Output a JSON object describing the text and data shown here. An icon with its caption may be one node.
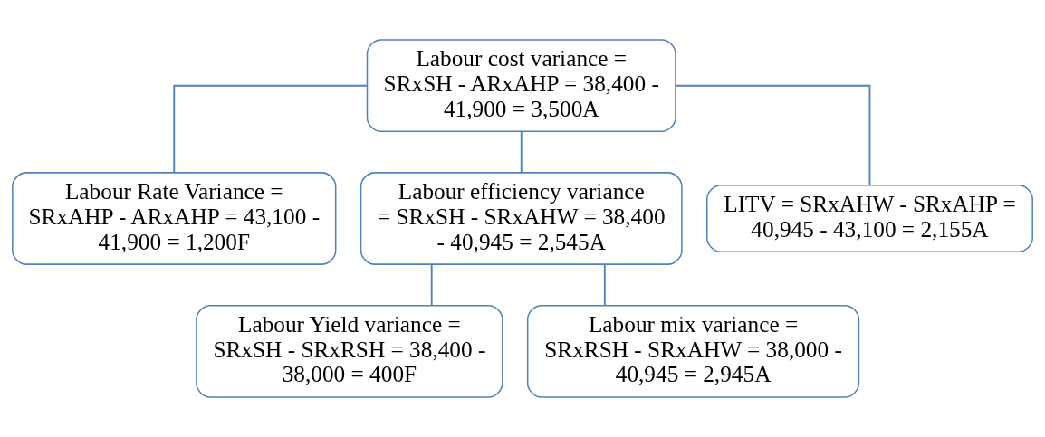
{
  "diagram": {
    "nodes": [
      {
        "text": [
          "Labour cost variance = SRxSH - ARxAHP = 38,400 - 41,900 = 3,500A"
        ]
      },
      {
        "text": [
          "Labour Rate Variance = SRxAHP - ARxAHP = 43,100 - 41,900 = 1,200F"
        ]
      },
      {
        "text": [
          "Labour efficiency variance = SRxSH - SRxAHW = 38,400 - 40,945 = 2,545A"
        ]
      },
      {
        "text": [
          "LITV = SRxAHW - SRxAHP = 40,945 - 43,100 = 2,155A"
        ]
      },
      {
        "text": [
          "Labour Yield variance = SRxSH - SRxRSH = 38,400 - 38,000 = 400F"
        ]
      },
      {
        "text": [
          "Labour mix variance = SRxRSH - SRxAHW = 38,000 - 40,945 = 2,945A"
        ]
      }
    ],
    "edges": [
      {
        "from": 0,
        "to": 1,
        "arrow": "none"
      },
      {
        "from": 0,
        "to": 2,
        "arrow": "none"
      },
      {
        "from": 0,
        "to": 3,
        "arrow": "none"
      },
      {
        "from": 2,
        "to": 4,
        "arrow": "none"
      },
      {
        "from": 2,
        "to": 5,
        "arrow": "none"
      }
    ]
  }
}
